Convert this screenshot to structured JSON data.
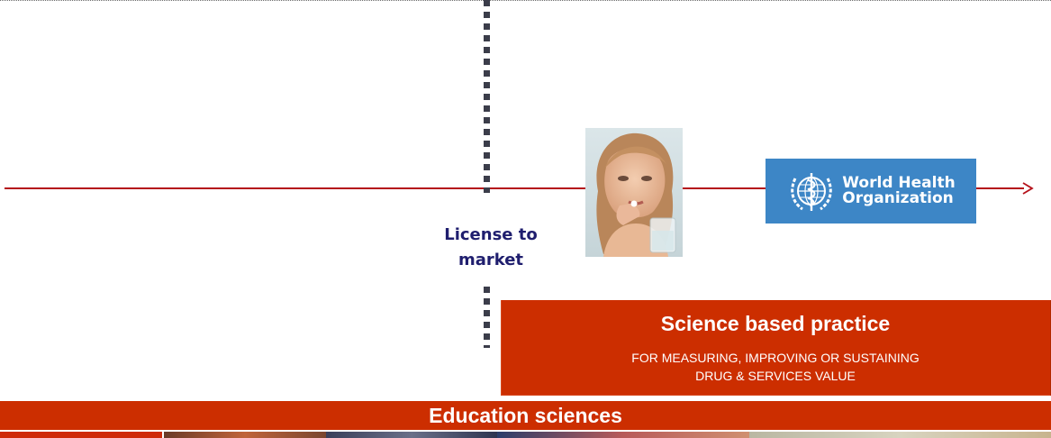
{
  "milestone": {
    "label_line1": "License to",
    "label_line2": "market"
  },
  "who_logo": {
    "text_line1": "World Health",
    "text_line2": "Organization",
    "background": "#3d86c6"
  },
  "practice_box": {
    "title": "Science based practice",
    "subtitle_line1": "FOR MEASURING, IMPROVING OR SUSTAINING",
    "subtitle_line2": "DRUG & SERVICES VALUE",
    "background": "#cc2e00"
  },
  "education_banner": {
    "title": "Education sciences",
    "background": "#cc2e00"
  },
  "colors": {
    "timeline": "#b5121b",
    "milestone_line": "#3b3d4a",
    "milestone_text": "#1f1e6e"
  }
}
